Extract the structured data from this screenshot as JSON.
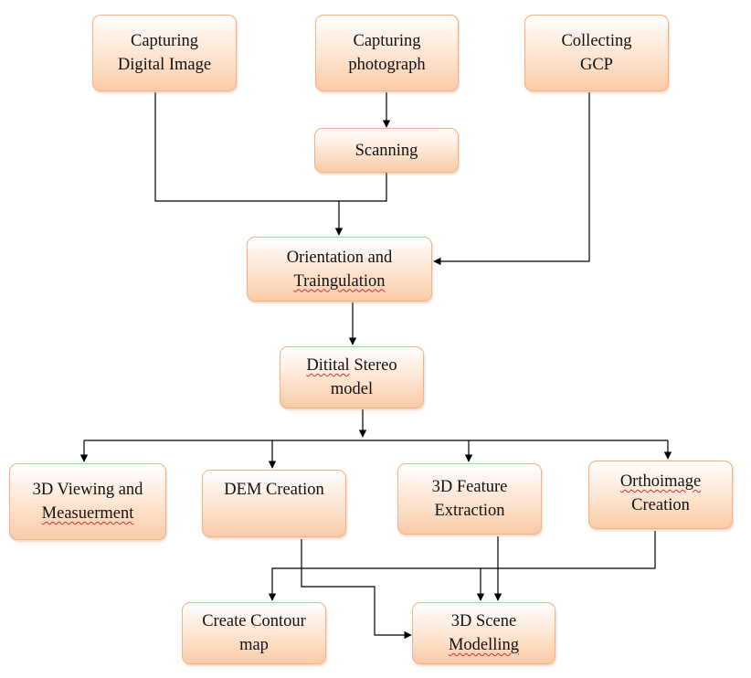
{
  "diagram": {
    "nodes": {
      "capturing_digital_image": {
        "line1": "Capturing",
        "line2": "Digital Image"
      },
      "capturing_photograph": {
        "line1": "Capturing",
        "line2": "photograph"
      },
      "collecting_gcp": {
        "line1": "Collecting",
        "line2": "GCP"
      },
      "scanning": {
        "line1": "Scanning"
      },
      "orientation_triangulation": {
        "line1": "Orientation and",
        "line2": "Traingulation"
      },
      "digital_stereo_model": {
        "line1": "Ditital Stereo",
        "line2": "model"
      },
      "viewing_measurement": {
        "line1": "3D Viewing and",
        "line2": "Measuerment"
      },
      "dem_creation": {
        "line1": "DEM Creation"
      },
      "feature_extraction": {
        "line1": "3D Feature",
        "line2": "Extraction"
      },
      "orthoimage_creation": {
        "line1": "Orthoimage",
        "line2": "Creation"
      },
      "contour_map": {
        "line1": "Create Contour",
        "line2": "map"
      },
      "scene_modelling": {
        "line1": "3D Scene",
        "line2": "Modelling"
      }
    },
    "edges": [
      {
        "from": "capturing_photograph",
        "to": "scanning"
      },
      {
        "from": "capturing_digital_image",
        "to": "orientation_triangulation"
      },
      {
        "from": "scanning",
        "to": "orientation_triangulation"
      },
      {
        "from": "collecting_gcp",
        "to": "orientation_triangulation"
      },
      {
        "from": "orientation_triangulation",
        "to": "digital_stereo_model"
      },
      {
        "from": "digital_stereo_model",
        "to": "viewing_measurement"
      },
      {
        "from": "digital_stereo_model",
        "to": "dem_creation"
      },
      {
        "from": "digital_stereo_model",
        "to": "feature_extraction"
      },
      {
        "from": "digital_stereo_model",
        "to": "orthoimage_creation"
      },
      {
        "from": "dem_creation",
        "to": "scene_modelling"
      },
      {
        "from": "feature_extraction",
        "to": "scene_modelling"
      },
      {
        "from": "orthoimage_creation",
        "to": "contour_map"
      },
      {
        "from": "orthoimage_creation",
        "to": "scene_modelling"
      }
    ],
    "colors": {
      "box_border": "#f4b183",
      "box_fill_top": "#ffffff",
      "box_fill_bottom": "#f9cba6",
      "line": "#000000",
      "spellcheck_underline": "#d03030"
    }
  }
}
